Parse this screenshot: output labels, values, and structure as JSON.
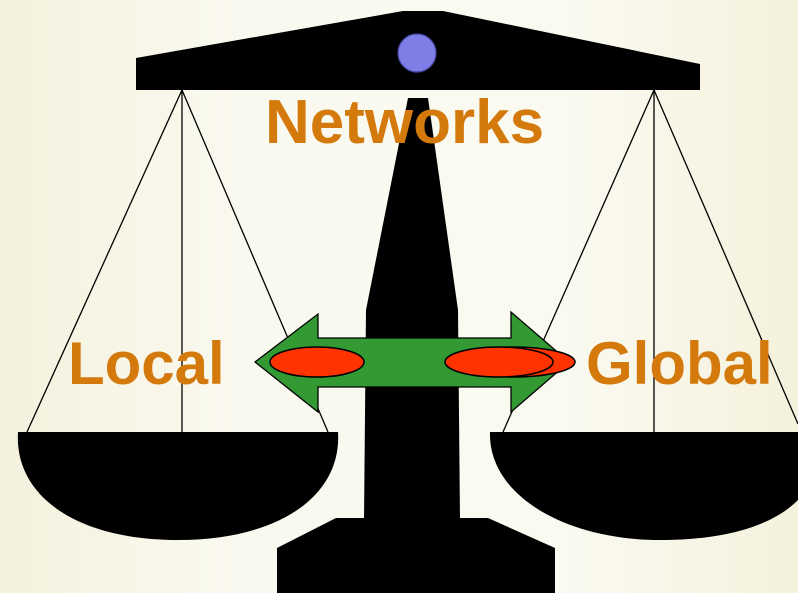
{
  "labels": {
    "top": "Networks",
    "left": "Local",
    "right": "Global"
  },
  "colors": {
    "label_text": "#d4790c",
    "scale_body": "#000000",
    "pivot_knob": "#7e7ee6",
    "arrow_fill": "#339933",
    "weight_fill": "#ff3300",
    "background": "#faf9ef"
  },
  "icons": {
    "pivot": "pivot-knob-icon",
    "arrow": "double-arrow-icon",
    "weights": "weight-ellipse-icon"
  }
}
